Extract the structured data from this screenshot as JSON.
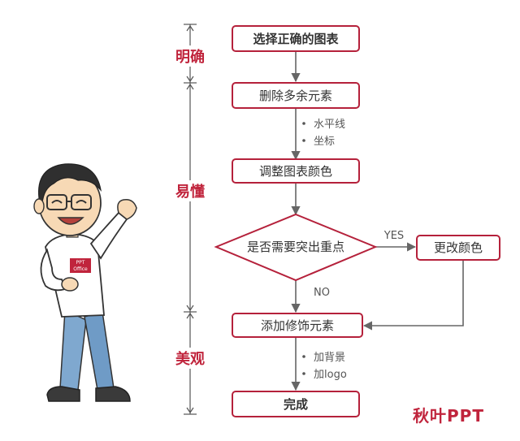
{
  "phases": {
    "p1": "明确",
    "p2": "易懂",
    "p3": "美观"
  },
  "steps": {
    "s1": "选择正确的图表",
    "s2": "删除多余元素",
    "s3": "调整图表颜色",
    "decision": "是否需要突出重点",
    "change": "更改颜色",
    "s4": "添加修饰元素",
    "s5": "完成"
  },
  "bullets": {
    "b1": [
      "水平线",
      "坐标"
    ],
    "b2": [
      "加背景",
      "加logo"
    ]
  },
  "labels": {
    "yes": "YES",
    "no": "NO"
  },
  "character": {
    "shirt_text_1": "PPT",
    "shirt_text_2": "Office"
  },
  "brand": {
    "logo_text": "秋叶PPT"
  },
  "colors": {
    "accent": "#c0243c",
    "box_border": "#b5213b",
    "arrow": "#666666"
  }
}
